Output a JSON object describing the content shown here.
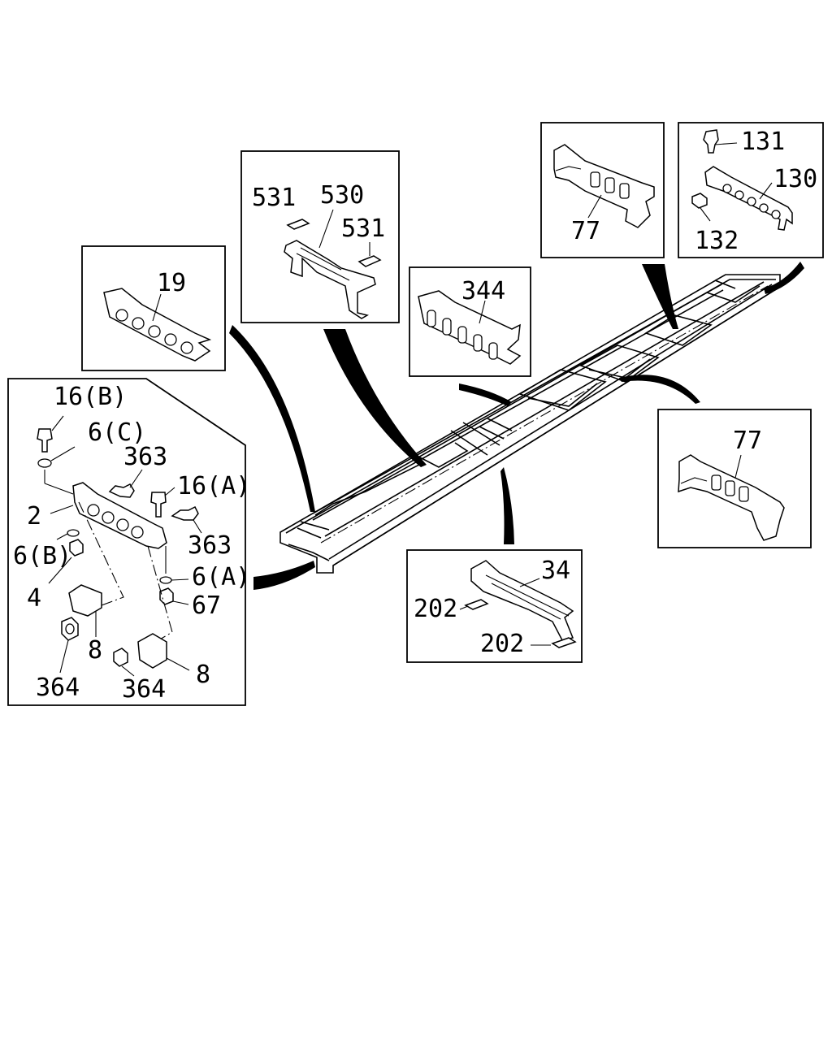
{
  "labels": {
    "l19": "19",
    "l531a": "531",
    "l530": "530",
    "l531b": "531",
    "l344": "344",
    "l77a": "77",
    "l131": "131",
    "l130": "130",
    "l132": "132",
    "l77b": "77",
    "l34": "34",
    "l202a": "202",
    "l202b": "202",
    "l16b": "16(B)",
    "l6c": "6(C)",
    "l363a": "363",
    "l16a": "16(A)",
    "l2": "2",
    "l363b": "363",
    "l6b": "6(B)",
    "l4": "4",
    "l6a": "6(A)",
    "l67": "67",
    "l8a": "8",
    "l8b": "8",
    "l364a": "364",
    "l364b": "364"
  }
}
